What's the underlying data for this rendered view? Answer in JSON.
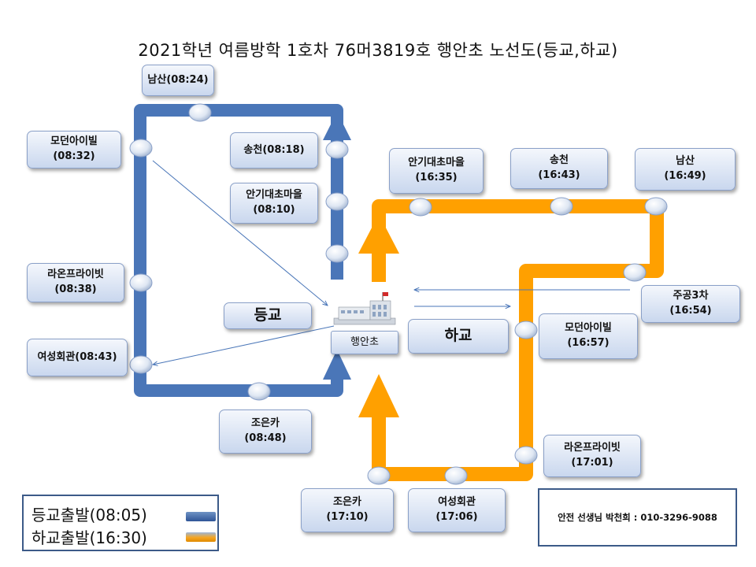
{
  "title": "2021학년 여름방학 1호차 76머3819호 행안초 노선도(등교,하교)",
  "school": {
    "label": "행안초"
  },
  "direction_labels": {
    "morning": "등교",
    "afternoon": "하교"
  },
  "colors": {
    "morning_route": "#4a76b8",
    "afternoon_route": "#ffa000",
    "box_border": "#8aa0c8"
  },
  "morning_stops": [
    {
      "id": "m1",
      "label": "안기대초마을\n(08:10)"
    },
    {
      "id": "m2",
      "label": "송천(08:18)"
    },
    {
      "id": "m3",
      "label": "남산(08:24)"
    },
    {
      "id": "m4",
      "label": "모던아이빌\n(08:32)"
    },
    {
      "id": "m5",
      "label": "라온프라이빗\n(08:38)"
    },
    {
      "id": "m6",
      "label": "여성회관(08:43)"
    },
    {
      "id": "m7",
      "label": "조은카\n(08:48)"
    }
  ],
  "afternoon_stops": [
    {
      "id": "a1",
      "label": "안기대초마을\n(16:35)"
    },
    {
      "id": "a2",
      "label": "송천\n(16:43)"
    },
    {
      "id": "a3",
      "label": "남산\n(16:49)"
    },
    {
      "id": "a4",
      "label": "주공3차\n(16:54)"
    },
    {
      "id": "a5",
      "label": "모던아이빌\n(16:57)"
    },
    {
      "id": "a6",
      "label": "라온프라이빗\n(17:01)"
    },
    {
      "id": "a7",
      "label": "여성회관\n(17:06)"
    },
    {
      "id": "a8",
      "label": "조은카\n(17:10)"
    }
  ],
  "legend": {
    "morning_departure": "등교출발(08:05)",
    "afternoon_departure": "하교출발(16:30)"
  },
  "contact": "안전 선생님 박천희 : 010-3296-9088"
}
